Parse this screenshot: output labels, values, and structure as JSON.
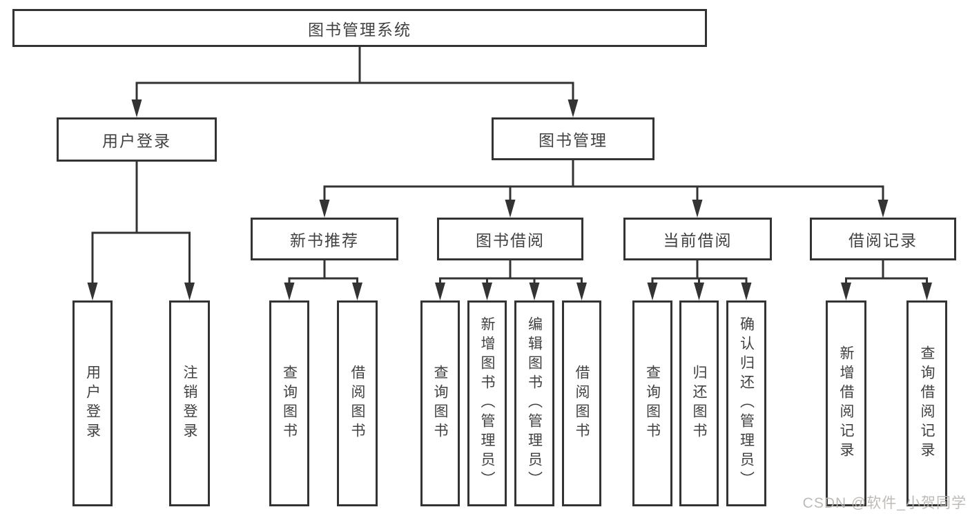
{
  "diagram": {
    "root": {
      "label": "图书管理系统"
    },
    "level2": [
      {
        "label": "用户登录",
        "children": [
          "用户登录",
          "注销登录"
        ]
      },
      {
        "label": "图书管理",
        "children": [
          "新书推荐",
          "图书借阅",
          "当前借阅",
          "借阅记录"
        ]
      }
    ],
    "level3": [
      {
        "label": "新书推荐",
        "parent": "图书管理"
      },
      {
        "label": "图书借阅",
        "parent": "图书管理"
      },
      {
        "label": "当前借阅",
        "parent": "图书管理"
      },
      {
        "label": "借阅记录",
        "parent": "图书管理"
      }
    ],
    "leaves": [
      {
        "label": "用户登录",
        "parent": "用户登录"
      },
      {
        "label": "注销登录",
        "parent": "用户登录"
      },
      {
        "label": "查询图书",
        "parent": "新书推荐"
      },
      {
        "label": "借阅图书",
        "parent": "新书推荐"
      },
      {
        "label": "查询图书",
        "parent": "图书借阅"
      },
      {
        "label": "新增图书（管理员）",
        "parent": "图书借阅"
      },
      {
        "label": "编辑图书（管理员）",
        "parent": "图书借阅"
      },
      {
        "label": "借阅图书",
        "parent": "图书借阅"
      },
      {
        "label": "查询图书",
        "parent": "当前借阅"
      },
      {
        "label": "归还图书",
        "parent": "当前借阅"
      },
      {
        "label": "确认归还（管理员）",
        "parent": "当前借阅"
      },
      {
        "label": "新增借阅记录",
        "parent": "借阅记录"
      },
      {
        "label": "查询借阅记录",
        "parent": "借阅记录"
      }
    ]
  },
  "watermark": {
    "text": "CSDN @软件_小贺同学"
  },
  "colors": {
    "line": "#333333",
    "text": "#414141",
    "watermark": "#b9b5b2",
    "background": "#ffffff"
  }
}
